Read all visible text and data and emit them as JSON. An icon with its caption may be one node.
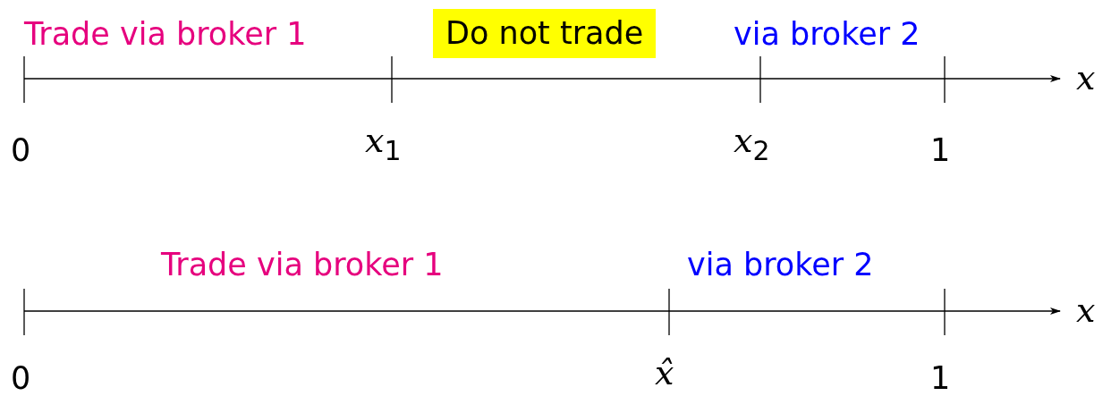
{
  "diagram": {
    "nodes": [
      {
        "text": [
          "Do not trade"
        ]
      }
    ],
    "labels": [
      "Trade via broker 1",
      "via broker 2",
      "x",
      "0",
      "*x*$_{1}$",
      "*x*$_{2}$",
      "1",
      "Trade via broker 1",
      "via broker 2",
      "x",
      "0",
      "x̂",
      "1"
    ]
  }
}
